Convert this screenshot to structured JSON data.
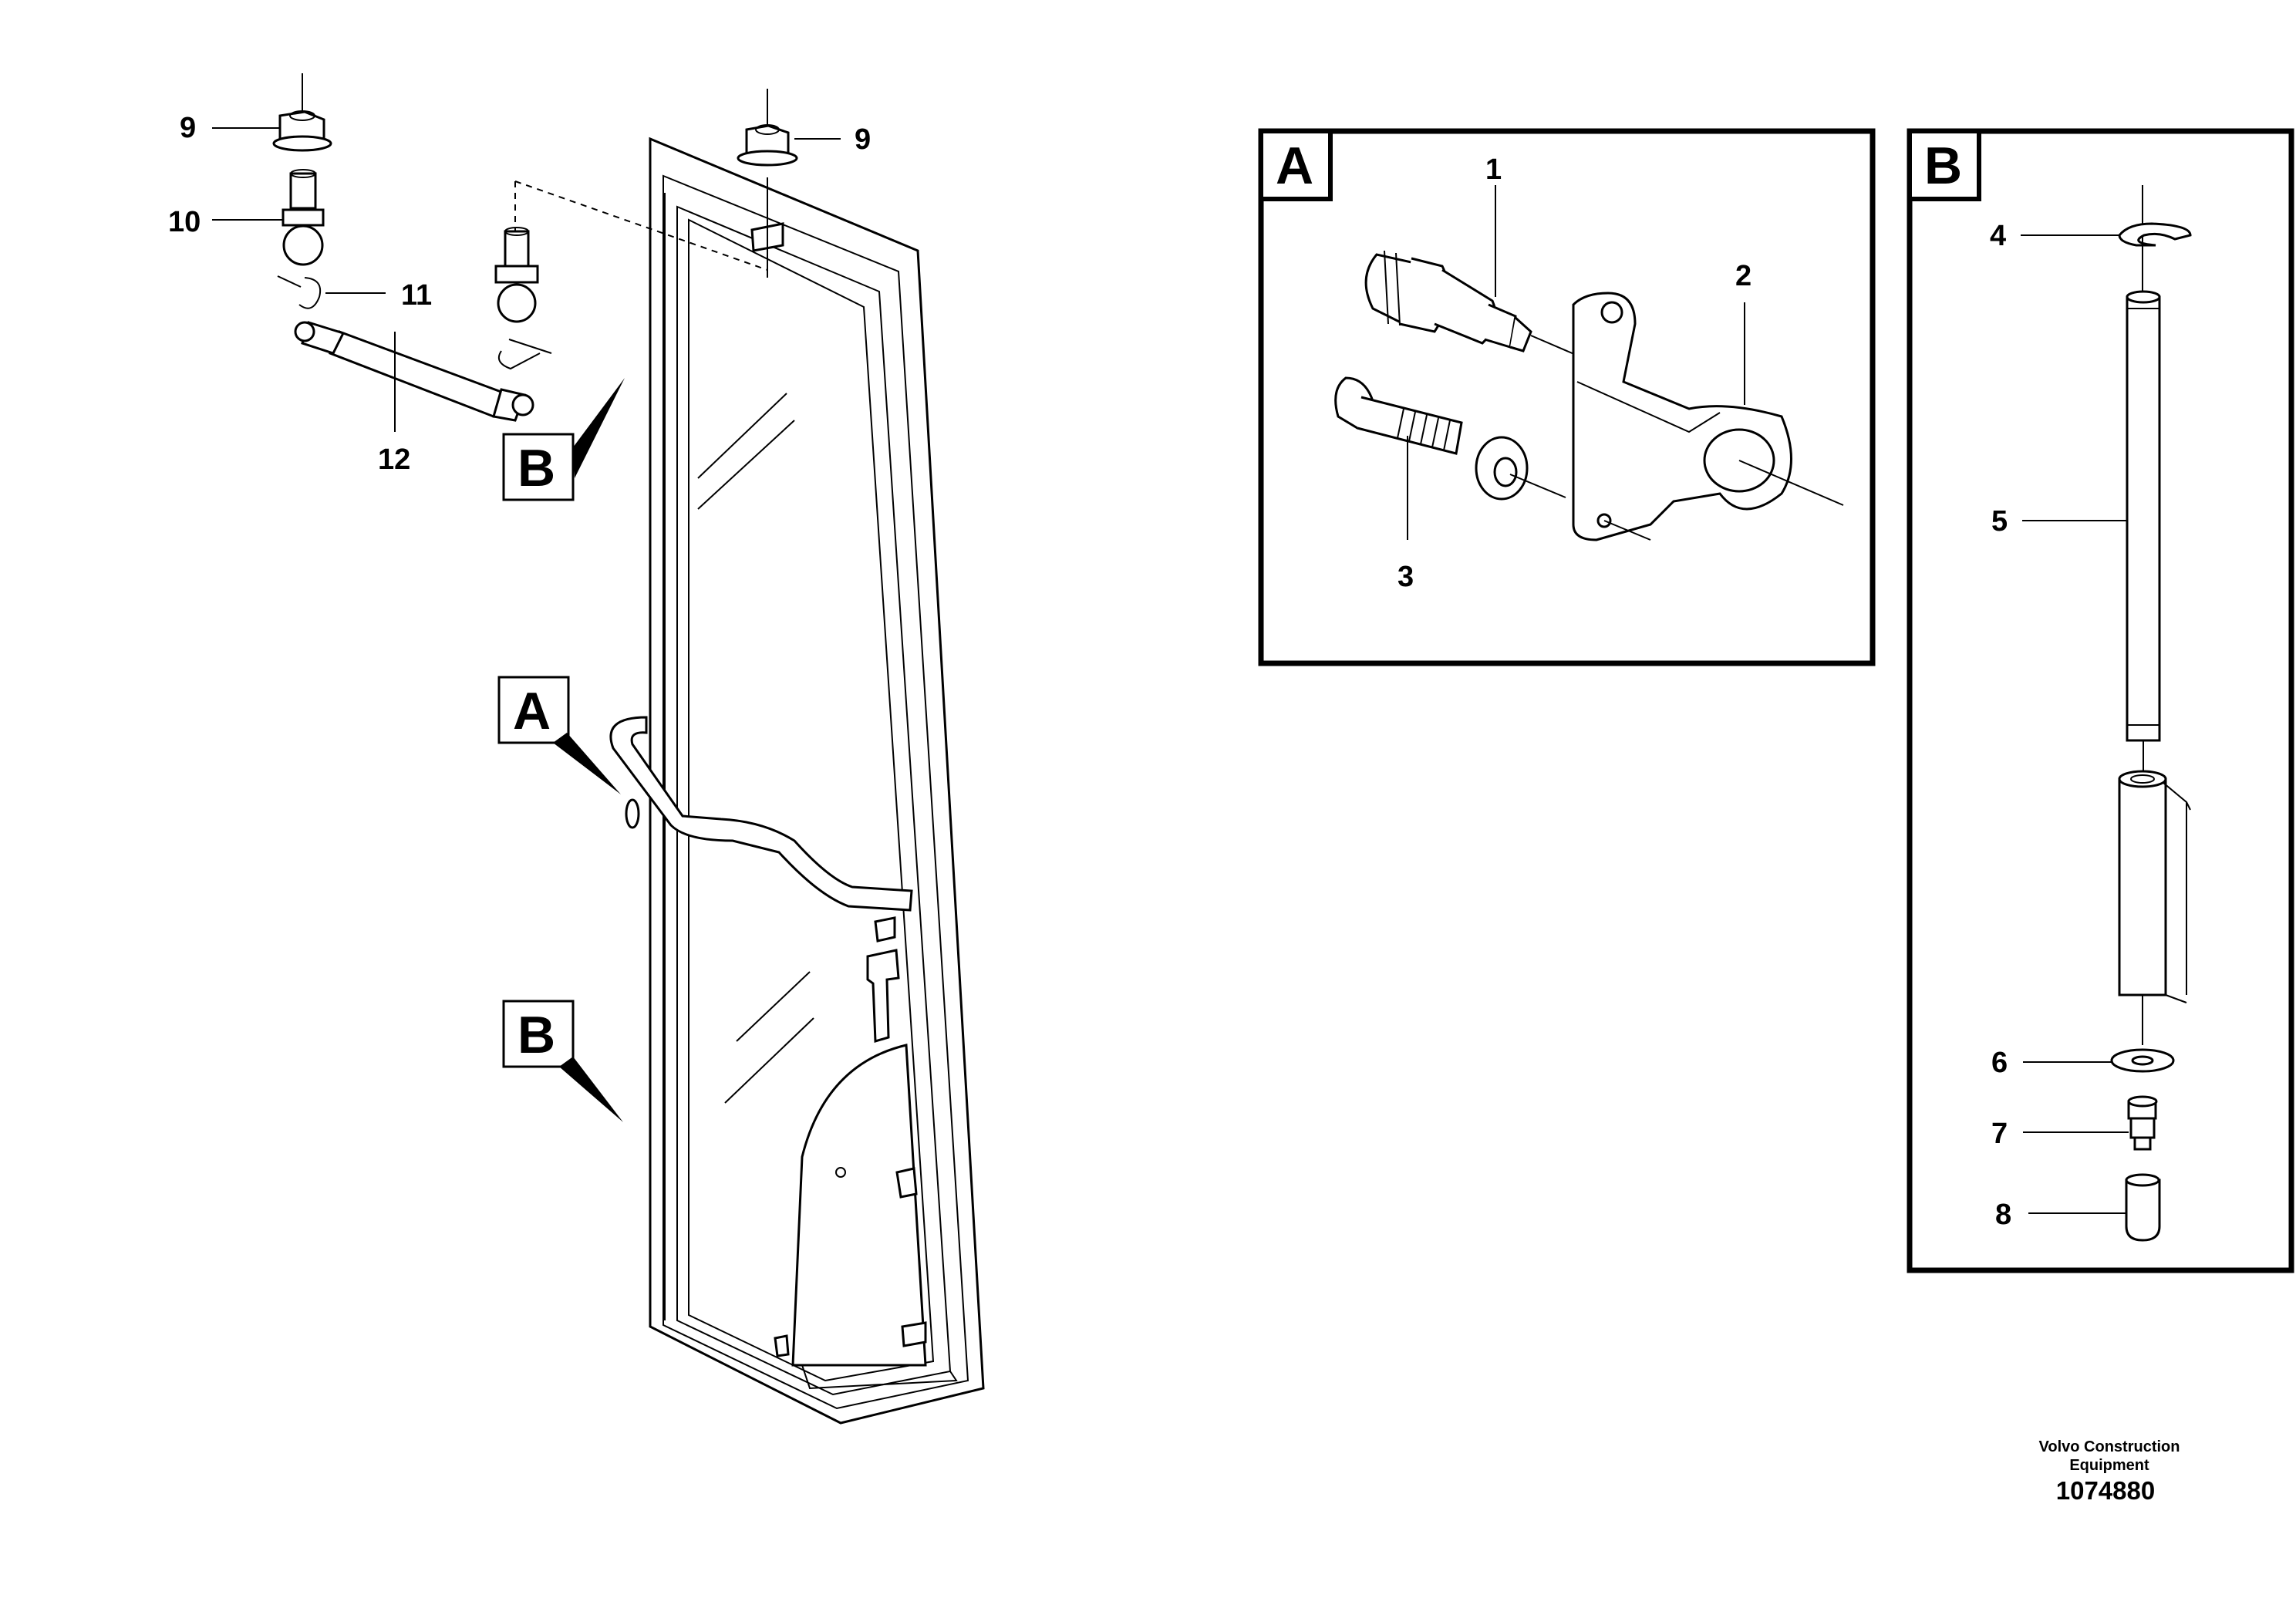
{
  "callouts": {
    "c9_left": "9",
    "c9_right": "9",
    "c10": "10",
    "c11": "11",
    "c12": "12",
    "c1": "1",
    "c2": "2",
    "c3": "3",
    "c4": "4",
    "c5": "5",
    "c6": "6",
    "c7": "7",
    "c8": "8"
  },
  "view_markers": {
    "b_top": "B",
    "a_main": "A",
    "b_bottom": "B"
  },
  "detail_panels": {
    "a_label": "A",
    "b_label": "B"
  },
  "publisher": {
    "line1": "Volvo Construction",
    "line2": "Equipment",
    "drawing_number": "1074880"
  }
}
